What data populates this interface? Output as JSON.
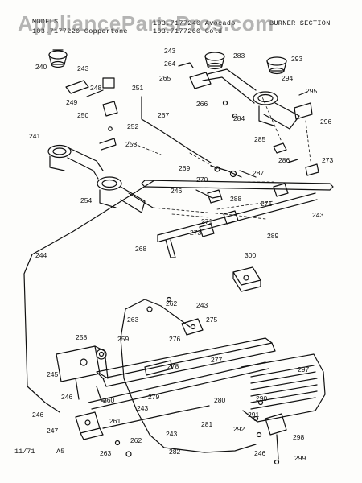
{
  "header": {
    "model_line": "MODELS",
    "models": [
      "103.7177220 Coppertone",
      "103.7177240 Avocado",
      "103.7177260 Gold"
    ],
    "section_title": "BURNER SECTION"
  },
  "watermark": "AppliancePartsPros.com",
  "footer": {
    "date": "11/71",
    "page": "A5"
  },
  "part_numbers": [
    "240",
    "241",
    "243",
    "244",
    "245",
    "246",
    "247",
    "248",
    "249",
    "250",
    "251",
    "252",
    "253",
    "254",
    "258",
    "259",
    "260",
    "261",
    "262",
    "263",
    "264",
    "265",
    "266",
    "267",
    "268",
    "269",
    "270",
    "271",
    "273",
    "275",
    "276",
    "277",
    "278",
    "279",
    "280",
    "281",
    "282",
    "283",
    "284",
    "285",
    "286",
    "287",
    "288",
    "289",
    "290",
    "291",
    "292",
    "293",
    "294",
    "295",
    "296",
    "297",
    "298",
    "299",
    "300"
  ]
}
